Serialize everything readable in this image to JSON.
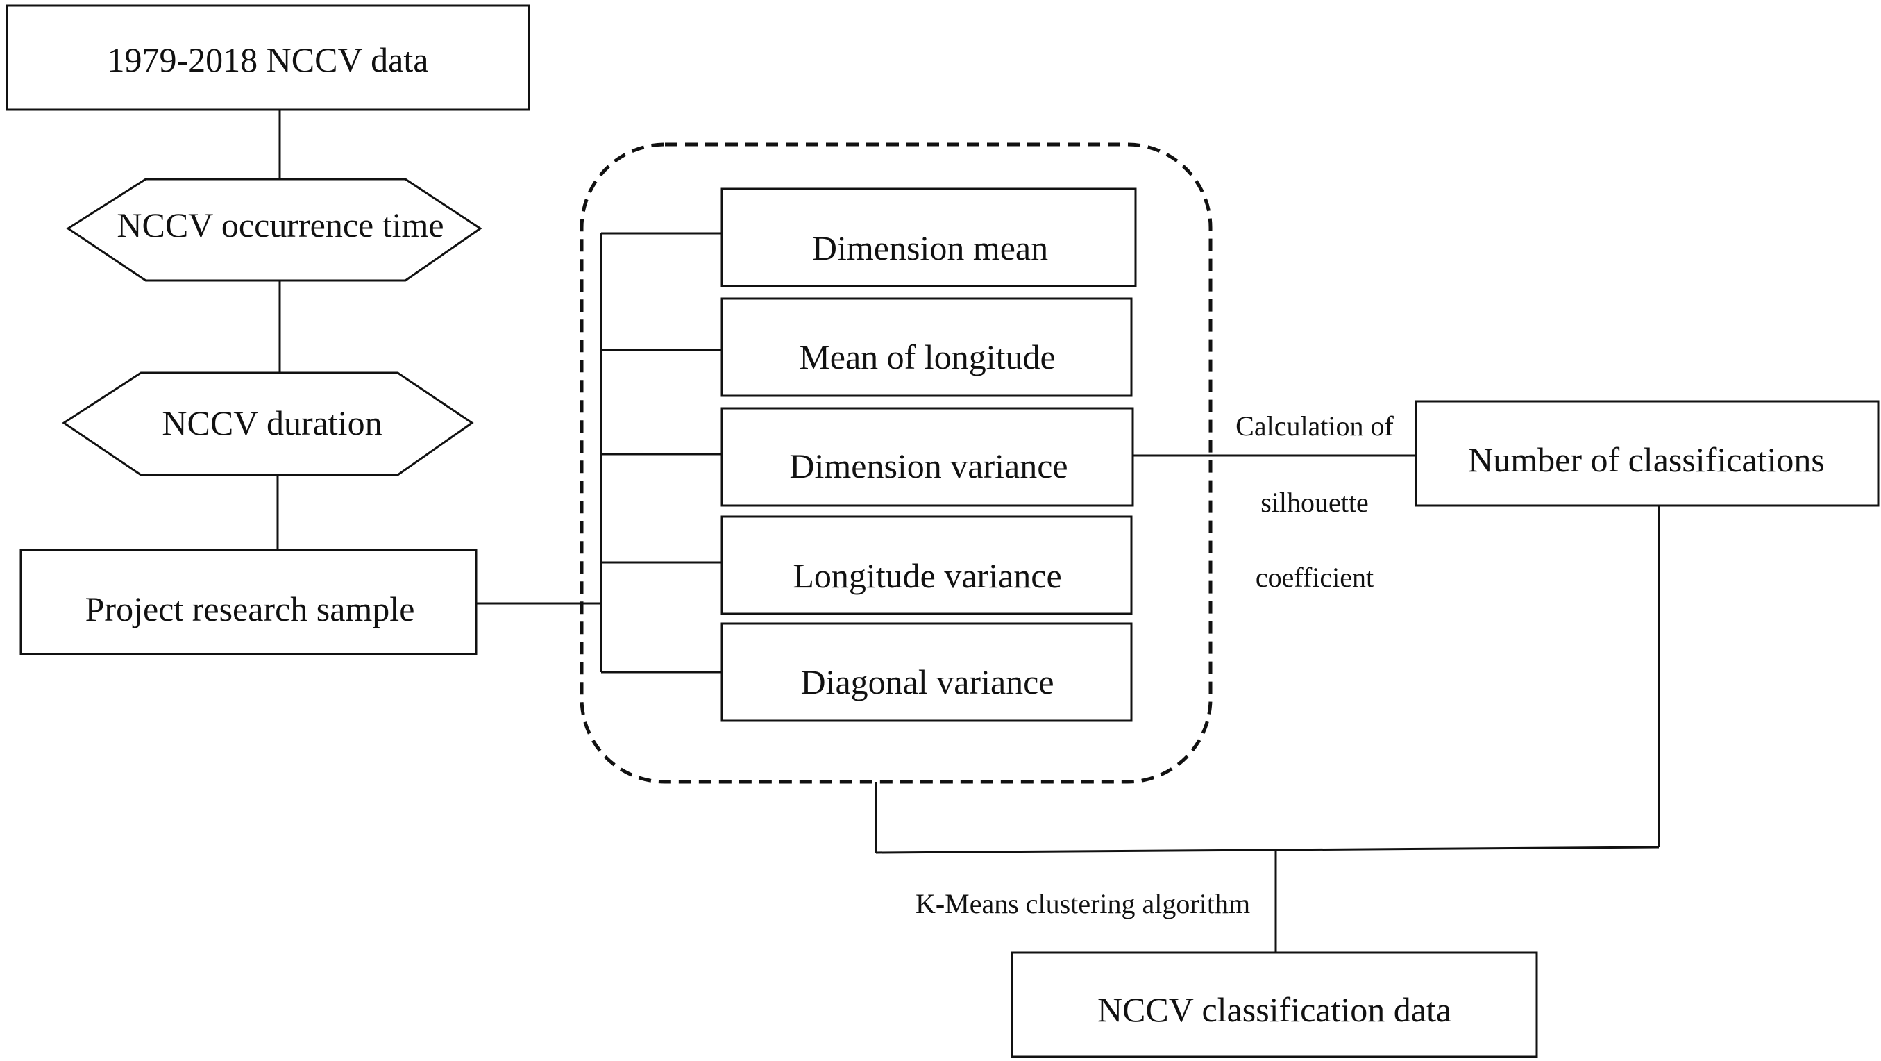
{
  "diagram": {
    "nodes": {
      "source_data": "1979-2018 NCCV data",
      "occurrence_time": "NCCV occurrence time",
      "duration": "NCCV duration",
      "research_sample": "Project research sample",
      "dimension_mean": "Dimension mean",
      "longitude_mean": "Mean of longitude",
      "dimension_variance": "Dimension variance",
      "longitude_variance": "Longitude variance",
      "diagonal_variance": "Diagonal variance",
      "num_classifications": "Number of classifications",
      "classification_data": "NCCV classification data"
    },
    "edge_labels": {
      "silhouette_line1": "Calculation of",
      "silhouette_line2": "silhouette",
      "silhouette_line3": "coefficient",
      "kmeans": "K-Means clustering algorithm"
    }
  }
}
